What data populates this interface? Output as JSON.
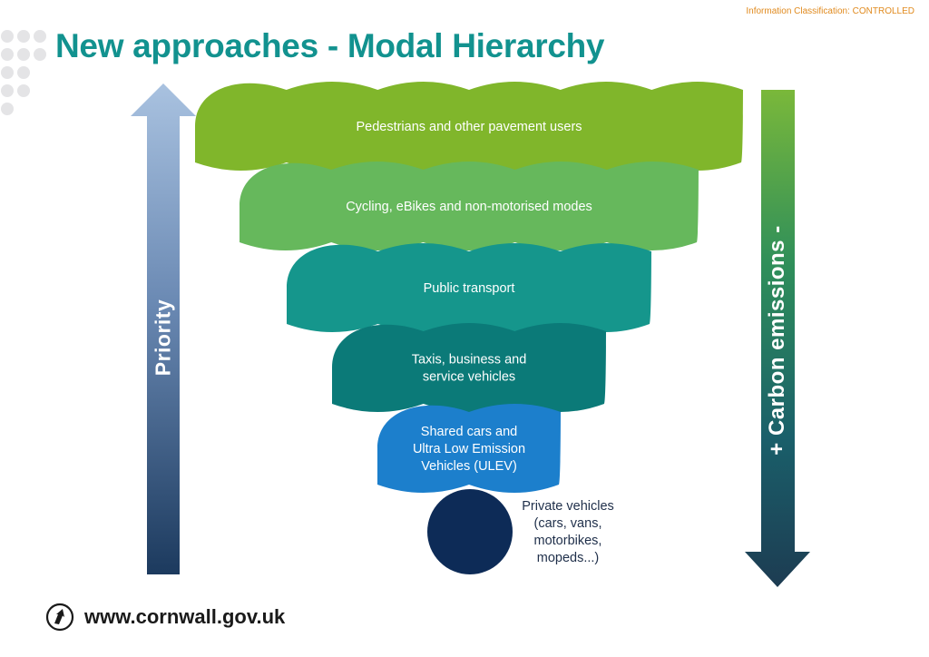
{
  "header": {
    "classification": "Information Classification: CONTROLLED",
    "title": "New approaches - Modal Hierarchy"
  },
  "hierarchy": {
    "tiers": [
      {
        "lines": [
          "Pedestrians and other pavement users"
        ],
        "color": "#80b62b"
      },
      {
        "lines": [
          "Cycling, eBikes and non-motorised modes"
        ],
        "color": "#66b85c"
      },
      {
        "lines": [
          "Public transport"
        ],
        "color": "#15968c"
      },
      {
        "lines": [
          "Taxis, business and",
          "service vehicles"
        ],
        "color": "#0b7a78"
      },
      {
        "lines": [
          "Shared cars and",
          "Ultra Low Emission",
          "Vehicles (ULEV)"
        ],
        "color": "#1c7fcc"
      }
    ],
    "last_tier": {
      "lines": [
        "Private vehicles",
        "(cars, vans,",
        "motorbikes,",
        "mopeds...)"
      ],
      "color": "#0d2b57"
    }
  },
  "arrows": {
    "priority_label": "Priority",
    "carbon_label": "+ Carbon emissions -"
  },
  "footer": {
    "url": "www.cornwall.gov.uk"
  }
}
